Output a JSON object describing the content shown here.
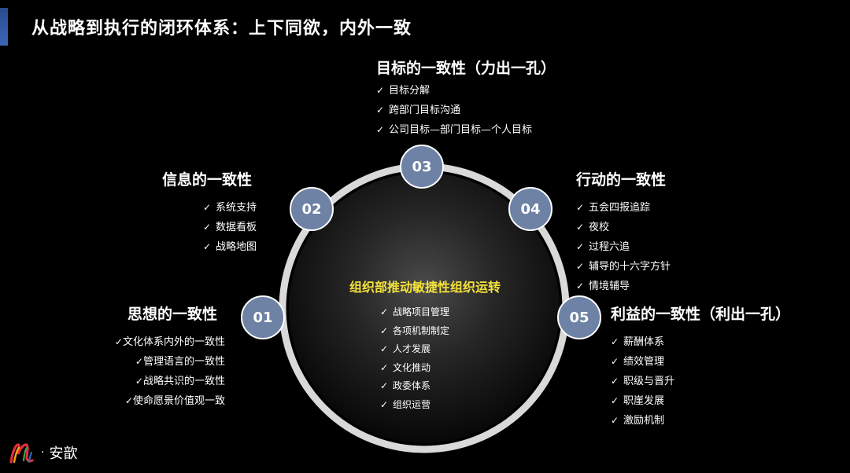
{
  "header": {
    "title": "从战略到执行的闭环体系：上下同欲，内外一致"
  },
  "nodes": [
    {
      "num": "01"
    },
    {
      "num": "02"
    },
    {
      "num": "03"
    },
    {
      "num": "04"
    },
    {
      "num": "05"
    }
  ],
  "groups": {
    "g01": {
      "title": "思想的一致性",
      "items": [
        "文化体系内外的一致性",
        "管理语言的一致性",
        "战略共识的一致性",
        "使命愿景价值观一致"
      ]
    },
    "g02": {
      "title": "信息的一致性",
      "items": [
        "系统支持",
        "数据看板",
        "战略地图"
      ]
    },
    "g03": {
      "title": "目标的一致性（力出一孔）",
      "items": [
        "目标分解",
        "跨部门目标沟通",
        "公司目标—部门目标—个人目标"
      ]
    },
    "g04": {
      "title": "行动的一致性",
      "items": [
        "五会四报追踪",
        "夜校",
        "过程六追",
        "辅导的十六字方针",
        "情境辅导"
      ]
    },
    "g05": {
      "title": "利益的一致性（利出一孔）",
      "items": [
        "薪酬体系",
        "绩效管理",
        "职级与晋升",
        "职崖发展",
        "激励机制"
      ]
    }
  },
  "center": {
    "title": "组织部推动敏捷性组织运转",
    "items": [
      "战略项目管理",
      "各项机制制定",
      "人才发展",
      "文化推动",
      "政委体系",
      "组织运营"
    ]
  },
  "check_glyph": "✓",
  "logo": {
    "dot": "·",
    "text": "安歆"
  },
  "colors": {
    "node": "#6d82a5",
    "center_title": "#f5e23a",
    "ring": "#d9d9d9",
    "accent": "#2a4b8c"
  }
}
